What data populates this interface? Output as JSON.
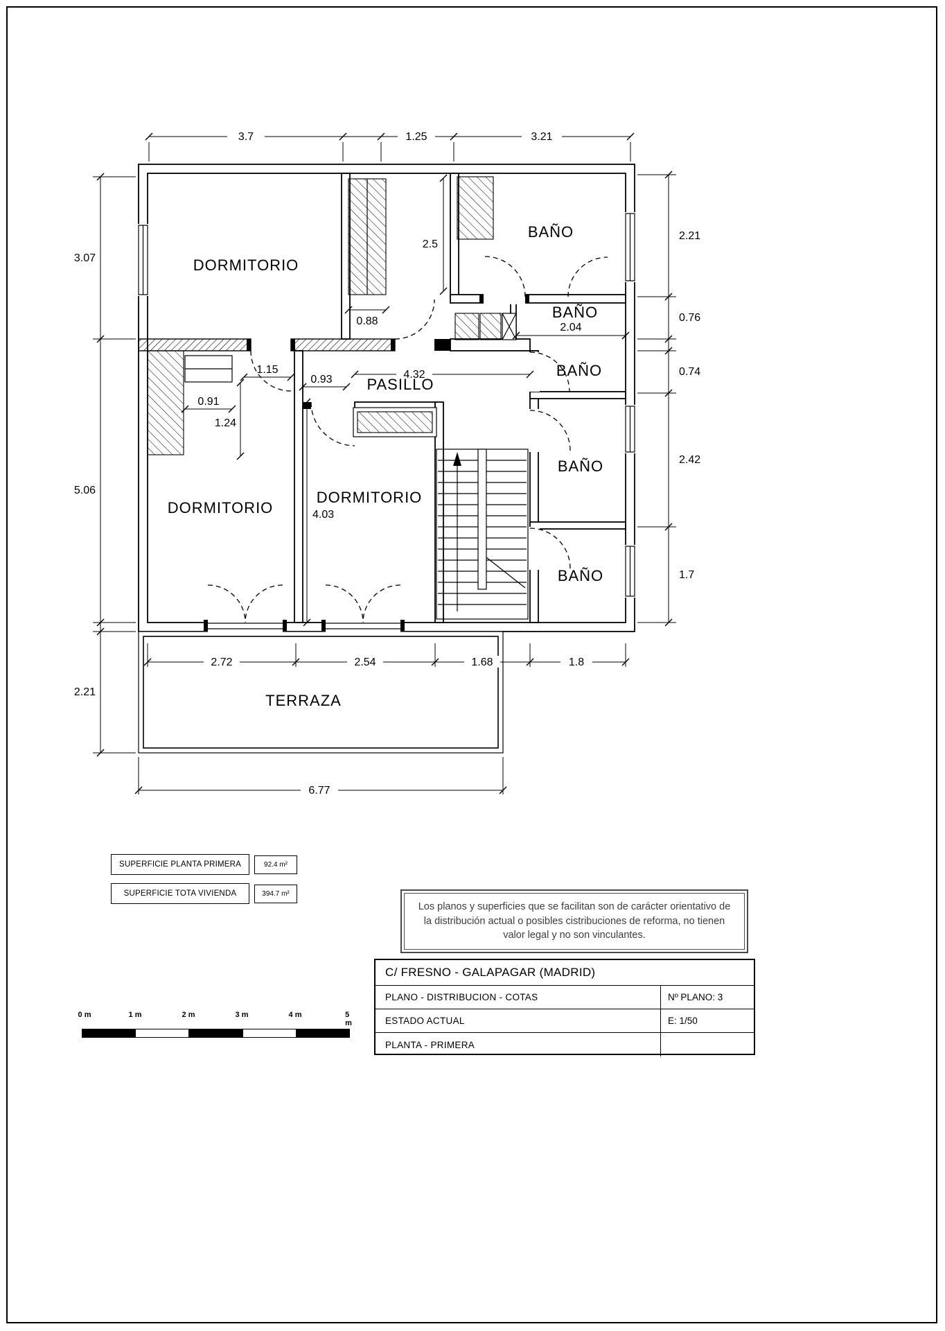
{
  "rooms": {
    "dorm_top": "DORMITORIO",
    "dorm_left": "DORMITORIO",
    "dorm_mid": "DORMITORIO",
    "bath1": "BAÑO",
    "bath2": "BAÑO",
    "bath3": "BAÑO",
    "bath4": "BAÑO",
    "bath5": "BAÑO",
    "hall": "PASILLO",
    "terrace": "TERRAZA"
  },
  "dims": {
    "d37": "3.7",
    "d125": "1.25",
    "d321": "3.21",
    "d307": "3.07",
    "d506": "5.06",
    "d221l": "2.21",
    "d221r": "2.21",
    "d076": "0.76",
    "d074": "0.74",
    "d242": "2.42",
    "d17": "1.7",
    "d25": "2.5",
    "d088": "0.88",
    "d204": "2.04",
    "d115": "1.15",
    "d093": "0.93",
    "d432": "4.32",
    "d091": "0.91",
    "d124": "1.24",
    "d403": "4.03",
    "d272": "2.72",
    "d254": "2.54",
    "d168": "1.68",
    "d18": "1.8",
    "d677": "6.77"
  },
  "summary": {
    "rows": [
      {
        "label": "SUPERFICIE PLANTA PRIMERA",
        "value": "92.4 m²"
      },
      {
        "label": "SUPERFICIE TOTA VIVIENDA",
        "value": "394.7 m²"
      }
    ]
  },
  "disclaimer": {
    "lines": [
      "Los planos y superficies que se facilitan son de carácter orientativo de",
      "la distribución actual o posibles cistribuciones de reforma, no tienen",
      "valor legal y no son vinculantes."
    ]
  },
  "titleblock": {
    "address": "C/  FRESNO - GALAPAGAR   (MADRID)",
    "row1_label": "PLANO   -  DISTRIBUCION - COTAS",
    "row1_value": "Nº PLANO:  3",
    "row2_label": "ESTADO  ACTUAL",
    "row2_value": "E: 1/50",
    "row3_label": "PLANTA - PRIMERA",
    "row3_value": ""
  },
  "scalebar": {
    "labels": [
      "0 m",
      "1 m",
      "2 m",
      "3 m",
      "4 m",
      "5 m"
    ]
  }
}
